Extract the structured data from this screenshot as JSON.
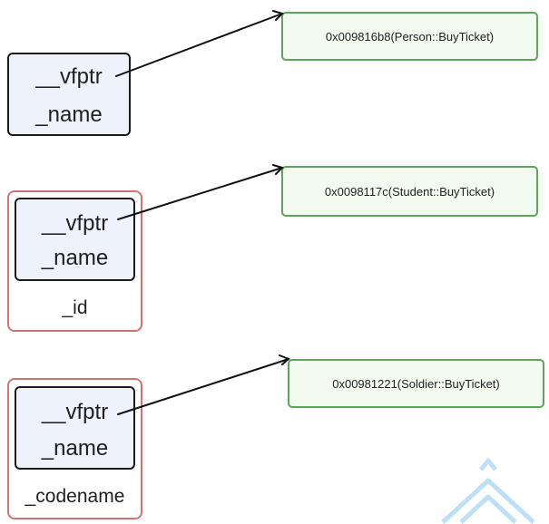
{
  "colors": {
    "object_border": "#1b1b1b",
    "object_fill": "#eef2fb",
    "derived_border": "#d27272",
    "vtable_border": "#5da55b",
    "vtable_fill": "#f3faf0",
    "arrow": "#111111",
    "watermark": "#a9d6f5"
  },
  "objects": [
    {
      "fields": [
        "__vfptr",
        "_name"
      ],
      "vtable_entry": "0x009816b8(Person::BuyTicket)"
    },
    {
      "fields": [
        "__vfptr",
        "_name"
      ],
      "extra_field": "_id",
      "vtable_entry": "0x0098117c(Student::BuyTicket)"
    },
    {
      "fields": [
        "__vfptr",
        "_name"
      ],
      "extra_field": "_codename",
      "vtable_entry": "0x00981221(Soldier::BuyTicket)"
    }
  ],
  "icons": {
    "watermark": "watermark-logo-icon"
  }
}
